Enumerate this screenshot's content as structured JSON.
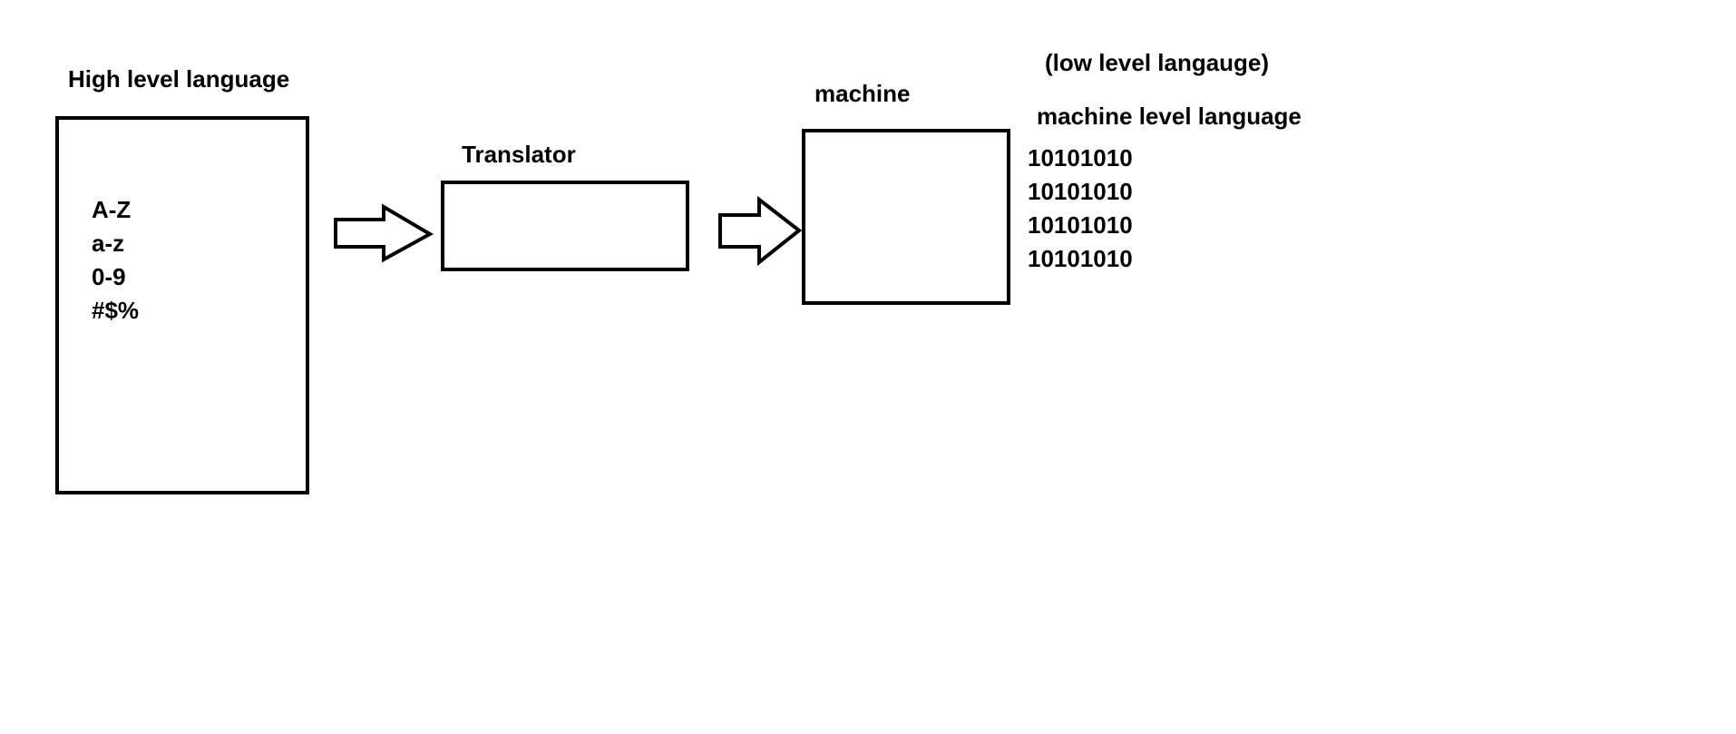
{
  "high_level": {
    "title": "High level language",
    "chars": [
      "A-Z",
      "a-z",
      "0-9",
      "#$%"
    ]
  },
  "translator": {
    "title": "Translator"
  },
  "machine": {
    "title": "machine"
  },
  "low_level": {
    "note": "(low level langauge)",
    "title": "machine level language",
    "binary": [
      "10101010",
      "10101010",
      "10101010",
      "10101010"
    ]
  }
}
